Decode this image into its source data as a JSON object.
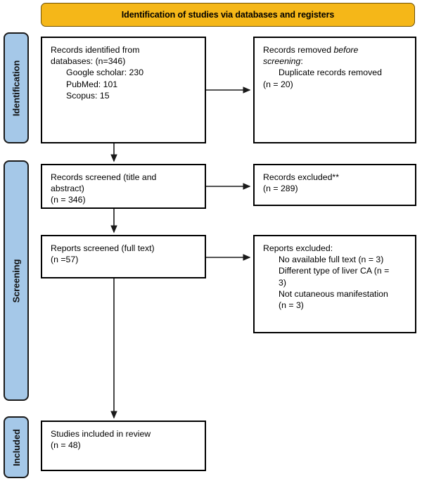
{
  "header": {
    "title": "Identification of studies via databases and registers",
    "banner_color": "#F5B718"
  },
  "phases": {
    "tab_color": "#A5C8E8",
    "items": [
      {
        "id": "identification",
        "label": "Identification"
      },
      {
        "id": "screening",
        "label": "Screening"
      },
      {
        "id": "included",
        "label": "Included"
      }
    ]
  },
  "boxes": {
    "records_identified": {
      "line1": "Records identified from",
      "line2": "databases: (n=346)",
      "sources": [
        "Google scholar: 230",
        "PubMed: 101",
        "Scopus: 15"
      ]
    },
    "records_removed": {
      "line1_pre": "Records removed ",
      "line1_italic": "before",
      "line2_italic": "screening",
      "line2_post": ":",
      "detail": "Duplicate records removed",
      "count": "(n = 20)"
    },
    "records_screened": {
      "line1": "Records screened (title and",
      "line2": "abstract)",
      "count": "(n = 346)"
    },
    "records_excluded": {
      "line1": "Records excluded**",
      "count": "(n = 289)"
    },
    "reports_screened": {
      "line1": "Reports screened (full text)",
      "count": "(n =57)"
    },
    "reports_excluded": {
      "line1": "Reports excluded:",
      "reasons": [
        "No available full text (n = 3)",
        "Different type of liver CA (n =",
        "3)",
        "Not cutaneous manifestation",
        "(n = 3)"
      ]
    },
    "studies_included": {
      "line1": "Studies included in review",
      "count": "(n = 48)"
    }
  },
  "connectors": [
    {
      "id": "identified-to-removed",
      "direction": "right"
    },
    {
      "id": "identified-to-screened",
      "direction": "down"
    },
    {
      "id": "screened-to-excluded",
      "direction": "right"
    },
    {
      "id": "screened-to-reports",
      "direction": "down"
    },
    {
      "id": "reports-to-excluded",
      "direction": "right"
    },
    {
      "id": "reports-to-included",
      "direction": "down"
    }
  ]
}
